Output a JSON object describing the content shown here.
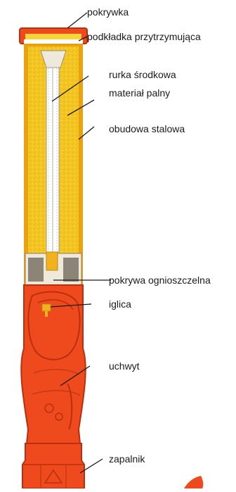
{
  "labels": {
    "cap": "pokrywka",
    "retaining_washer": "podkładka przytrzymująca",
    "center_tube": "rurka środkowa",
    "combustible_material": "materiał palny",
    "steel_casing": "obudowa stalowa",
    "flameproof_cover": "pokrywa ognioszczelna",
    "striker_pin": "iglica",
    "handle": "uchwyt",
    "igniter": "zapalnik"
  },
  "colors": {
    "filling": "#f2c21e",
    "casing_orange": "#ef4a1e",
    "casing_dark": "#b9300e",
    "tube": "#ffffff",
    "washer": "#d9d3c4",
    "leader_line": "#1a1a1a",
    "text": "#1a1a1a"
  }
}
